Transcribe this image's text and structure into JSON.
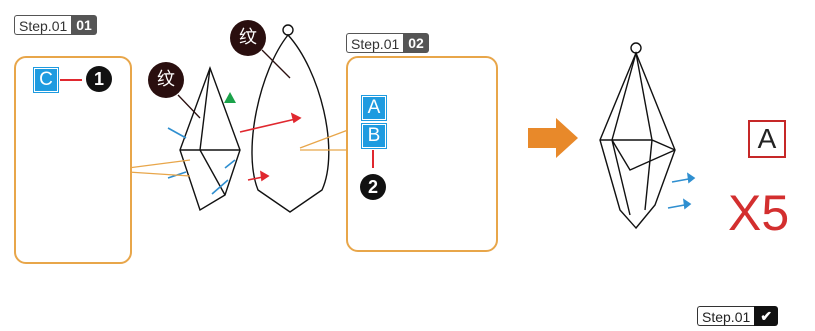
{
  "step1": {
    "label": "Step.01",
    "num": "01"
  },
  "step2": {
    "label": "Step.01",
    "num": "02"
  },
  "panel1": {
    "part": "C",
    "num": "1"
  },
  "panel2": {
    "parts": [
      "A",
      "B"
    ],
    "num": "2"
  },
  "pattern_mark": "纹",
  "result": {
    "piece": "A",
    "count": "X5"
  },
  "final_step": {
    "label": "Step.01",
    "check": "✔"
  },
  "colors": {
    "panel_border": "#e8a64a",
    "badge": "#1e9be0",
    "arrow": "#e8892a",
    "count": "#d32f2f",
    "tab_arrow": "#2f8fd0",
    "marker": "#e0282f"
  }
}
